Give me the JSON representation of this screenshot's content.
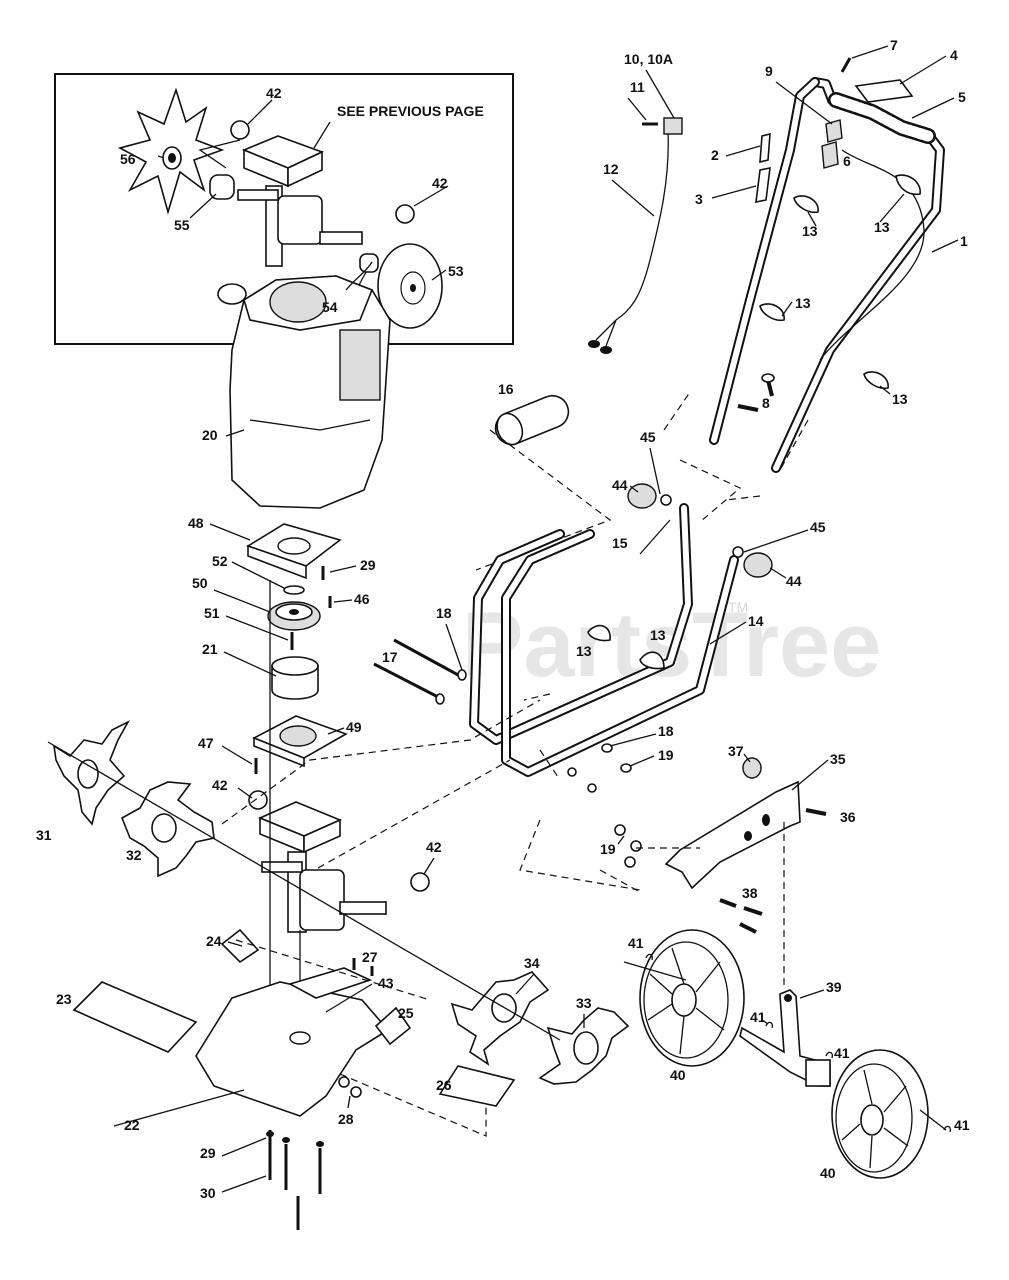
{
  "watermark": {
    "text": "PartsTree",
    "trademark": "TM"
  },
  "inset": {
    "note": "SEE PREVIOUS PAGE"
  },
  "labels": {
    "l10": "10, 10A",
    "l11": "11",
    "l12": "12",
    "l7": "7",
    "l9": "9",
    "l4": "4",
    "l5": "5",
    "l2": "2",
    "l3": "3",
    "l6": "6",
    "l1": "1",
    "l13a": "13",
    "l13b": "13",
    "l13c": "13",
    "l13d": "13",
    "l13e": "13",
    "l13f": "13",
    "l8": "8",
    "l16": "16",
    "l45a": "45",
    "l44a": "44",
    "l45b": "45",
    "l44b": "44",
    "l15": "15",
    "l14": "14",
    "l18a": "18",
    "l17": "17",
    "l18b": "18",
    "l19a": "19",
    "l37": "37",
    "l35": "35",
    "l36": "36",
    "l19b": "19",
    "l38": "38",
    "l20": "20",
    "l48": "48",
    "l52": "52",
    "l29a": "29",
    "l50": "50",
    "l46": "46",
    "l51": "51",
    "l21": "21",
    "l49": "49",
    "l47": "47",
    "l42a": "42",
    "l31": "31",
    "l32": "32",
    "l42b": "42",
    "l24": "24",
    "l27": "27",
    "l43": "43",
    "l23": "23",
    "l25": "25",
    "l22": "22",
    "l28": "28",
    "l26": "26",
    "l29b": "29",
    "l30": "30",
    "l34": "34",
    "l33": "33",
    "l41a": "41",
    "l40a": "40",
    "l39": "39",
    "l41b": "41",
    "l41c": "41",
    "l41d": "41",
    "l40b": "40",
    "l42c": "42",
    "l56": "56",
    "l42d": "42",
    "l55": "55",
    "l53": "53",
    "l54": "54"
  }
}
